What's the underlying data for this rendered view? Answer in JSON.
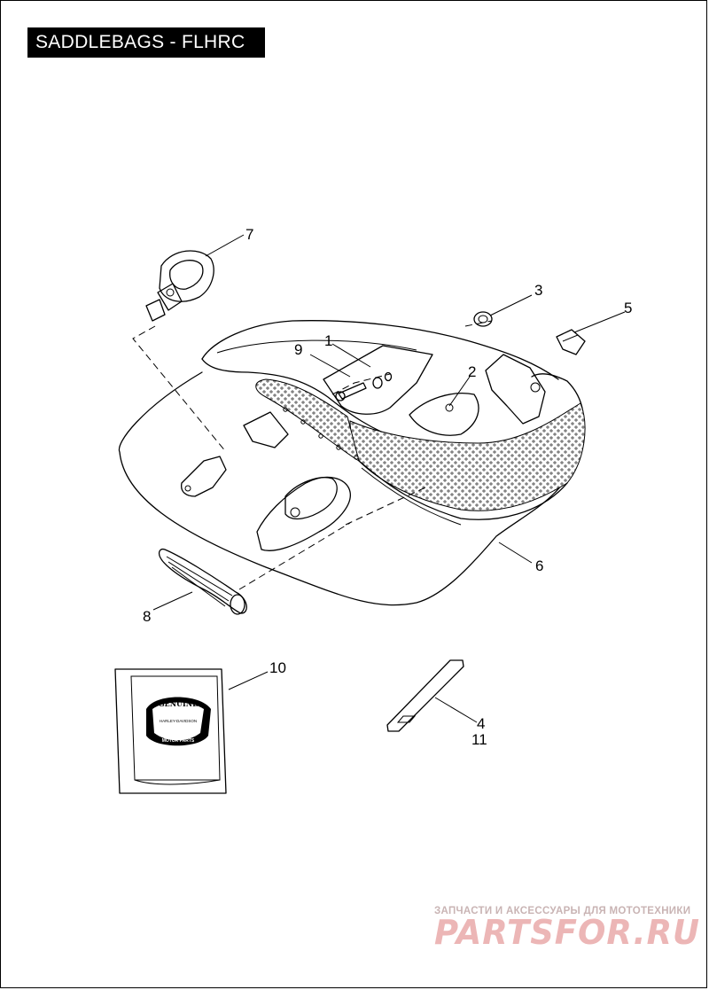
{
  "title": "SADDLEBAGS - FLHRC",
  "callouts": [
    {
      "label": "1"
    },
    {
      "label": "2"
    },
    {
      "label": "3"
    },
    {
      "label": "4"
    },
    {
      "label": "5"
    },
    {
      "label": "6"
    },
    {
      "label": "7"
    },
    {
      "label": "8"
    },
    {
      "label": "9"
    },
    {
      "label": "10"
    },
    {
      "label": "11"
    }
  ],
  "logo": {
    "text_genuine": "GENUINE",
    "text_brand": "HARLEY-DAVIDSON",
    "text_motor_parts": "MOTOR PARTS"
  },
  "watermark": {
    "top_text": "ЗАПЧАСТИ И АКСЕССУАРЫ ДЛЯ МОТОТЕХНИКИ",
    "logo_text": "PARTSFOR.RU"
  },
  "colors": {
    "ink": "#000000",
    "background": "#ffffff",
    "watermark_text": "#c9b4b4",
    "watermark_logo": "#ecb6b6"
  }
}
